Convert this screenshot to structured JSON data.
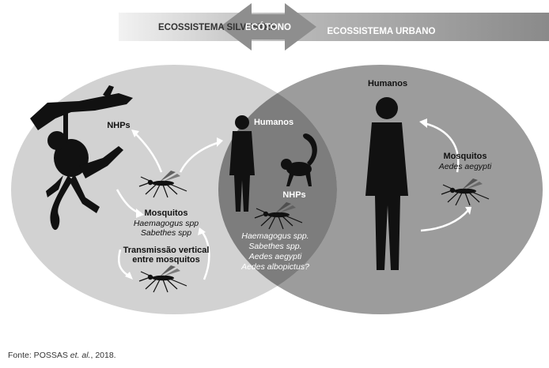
{
  "banner": {
    "left": "ECOSSISTEMA SILVESTRE",
    "center": "ECÓTONO",
    "right": "ECOSSISTEMA URBANO"
  },
  "left_circle": {
    "nhps": "NHPs",
    "mosquitos_title": "Mosquitos",
    "species": [
      "Haemagogus spp",
      "Sabethes spp"
    ],
    "transmission": [
      "Transmissão vertical",
      "entre mosquitos"
    ]
  },
  "center_zone": {
    "humans": "Humanos",
    "nhps": "NHPs",
    "species": [
      "Haemagogus spp.",
      "Sabethes spp.",
      "Aedes aegypti",
      "Aedes albopictus?"
    ]
  },
  "right_circle": {
    "humans": "Humanos",
    "mosquitos_title": "Mosquitos",
    "species": "Aedes aegypti"
  },
  "caption": {
    "prefix": "Fonte: POSSAS ",
    "italic": "et. al.",
    "suffix": ", 2018."
  },
  "icons": [
    "monkey-on-branch-icon",
    "small-monkey-icon",
    "human-silhouette-icon",
    "mosquito-icon",
    "curved-arrow-icon"
  ],
  "colors": {
    "left_circle": "#d2d2d2",
    "right_circle": "#9c9c9c",
    "overlap": "#7d7d7d",
    "banner": "#8e8e8e",
    "silhouette": "#111111"
  }
}
